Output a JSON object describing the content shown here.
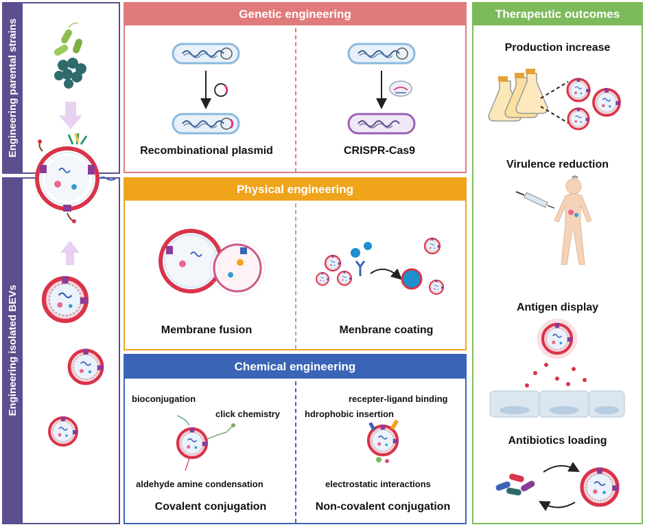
{
  "left": {
    "strains_label": "Engineering parental strains",
    "isolated_label": "Engineering isolated BEVs"
  },
  "genetic": {
    "title": "Genetic engineering",
    "left_label": "Recombinational plasmid",
    "right_label": "CRISPR-Cas9"
  },
  "physical": {
    "title": "Physical engineering",
    "left_label": "Membrane  fusion",
    "right_label": "Menbrane  coating"
  },
  "chemical": {
    "title": "Chemical engineering",
    "covalent_label": "Covalent conjugation",
    "noncovalent_label": "Non-covalent conjugation",
    "bioconjugation": "bioconjugation",
    "click": "click chemistry",
    "aldehyde": "aldehyde amine condensation",
    "recepter": "recepter-ligand binding",
    "hydrophobic": "hdrophobic insertion",
    "electrostatic": "electrostatic interactions"
  },
  "outcomes": {
    "title": "Therapeutic outcomes",
    "production": "Production increase",
    "virulence": "Virulence reduction",
    "antigen": "Antigen display",
    "antibiotics": "Antibiotics loading"
  },
  "colors": {
    "genetic": "#E07B7B",
    "physical": "#F0A41C",
    "chemical": "#3A64B6",
    "outcomes": "#7DBA5B",
    "left": "#5C4E8F",
    "vesicle": "#D9344A"
  }
}
